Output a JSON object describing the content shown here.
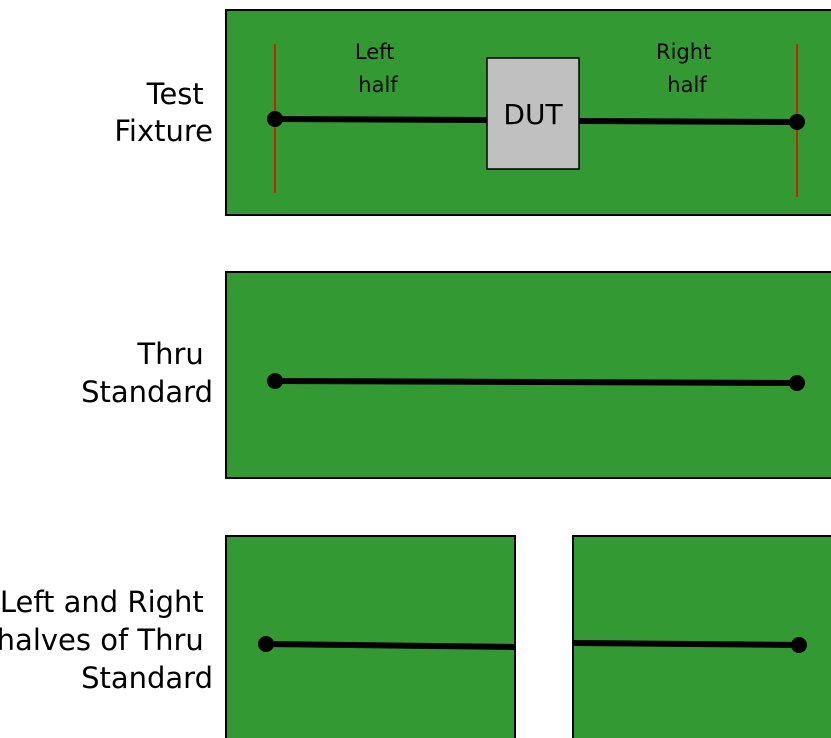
{
  "colors": {
    "board": "#339933",
    "trace": "#000000",
    "reference_plane": "#cc2200",
    "dut_fill": "#c0c0c0"
  },
  "rows": [
    {
      "id": "test-fixture",
      "label_lines": [
        "Test",
        "Fixture"
      ],
      "left_half_lines": [
        "Left",
        "half"
      ],
      "right_half_lines": [
        "Right",
        "half"
      ],
      "dut_label": "DUT"
    },
    {
      "id": "thru-standard",
      "label_lines": [
        "Thru",
        "Standard"
      ]
    },
    {
      "id": "split-thru",
      "label_lines": [
        "Left and Right",
        "halves of Thru",
        "Standard"
      ]
    }
  ]
}
